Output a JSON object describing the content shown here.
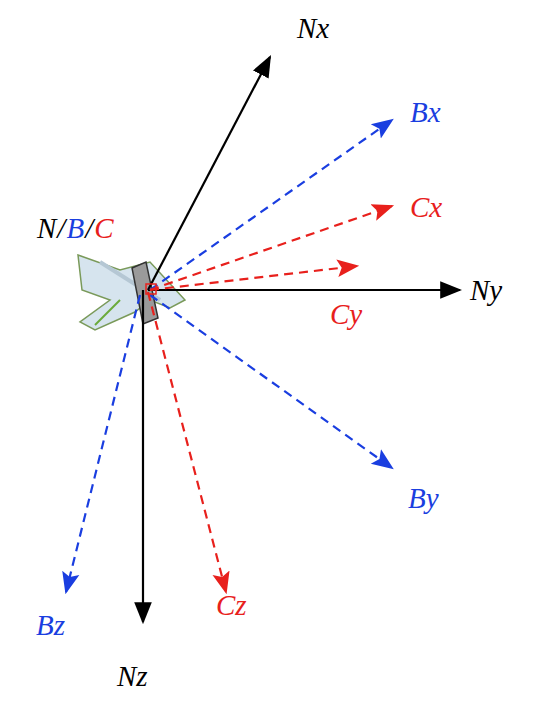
{
  "diagram": {
    "labels": [
      "Nx",
      "Ny",
      "Nz",
      "Bx",
      "By",
      "Bz",
      "Cx",
      "Cy",
      "Cz",
      "N",
      "/",
      "B",
      "/",
      "C"
    ]
  }
}
